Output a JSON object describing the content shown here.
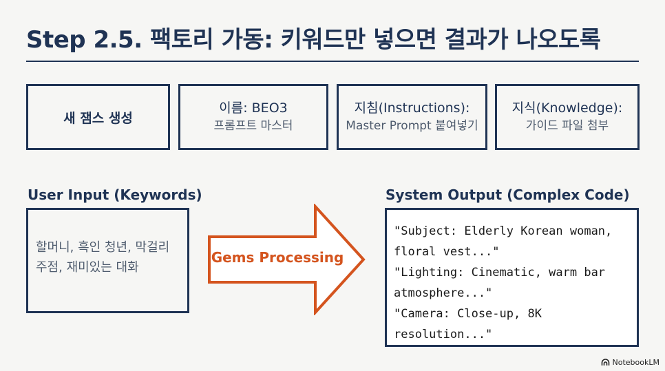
{
  "title": "Step 2.5. 팩토리 가동: 키워드만 넣으면 결과가 나오도록",
  "steps": [
    {
      "line1": "새 잼스 생성"
    },
    {
      "line1": "이름: BEO3",
      "line2": "프롬프트 마스터"
    },
    {
      "line1": "지침(Instructions):",
      "line2": "Master Prompt 붙여넣기"
    },
    {
      "line1": "지식(Knowledge):",
      "line2": "가이드 파일 첨부"
    }
  ],
  "input": {
    "label": "User Input (Keywords)",
    "lines": [
      "할머니, 흑인 청년, 막걸리",
      "주점, 재미있는 대화"
    ]
  },
  "arrow": {
    "label": "Gems Processing",
    "color": "#d4541e"
  },
  "output": {
    "label": "System Output (Complex Code)",
    "lines": [
      "\"Subject: Elderly Korean woman,",
      "floral vest...\"",
      "\"Lighting: Cinematic, warm bar",
      "atmosphere...\"",
      "\"Camera: Close-up, 8K",
      "resolution...\""
    ]
  },
  "branding": {
    "logo_text": "NotebookLM",
    "logo_icon": "notebooklm-icon"
  },
  "colors": {
    "primary": "#1f3354",
    "accent": "#d4541e",
    "background": "#f6f6f4"
  }
}
